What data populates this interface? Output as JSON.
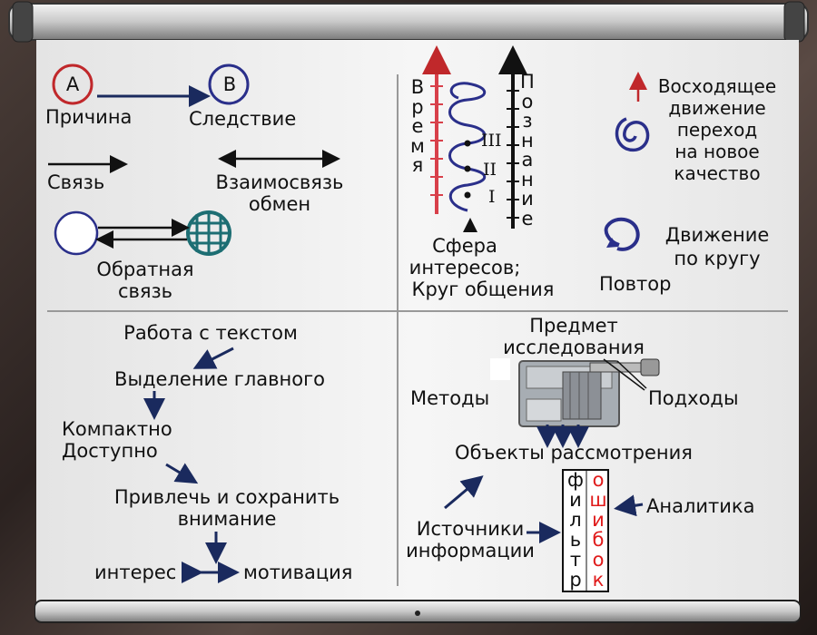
{
  "colors": {
    "dark_blue": "#1a2a5e",
    "red": "#c0282b",
    "teal": "#1d6e73",
    "circle_blue": "#2a2f8a"
  },
  "q1": {
    "cause_letter": "A",
    "effect_letter": "B",
    "cause": "Причина",
    "effect": "Следствие",
    "link": "Связь",
    "interrelation": [
      "Взаимосвязь",
      "обмен"
    ],
    "feedback": [
      "Обратная",
      "связь"
    ]
  },
  "q2": {
    "time": [
      "В",
      "р",
      "е",
      "м",
      "я"
    ],
    "cognition": [
      "П",
      "о",
      "з",
      "н",
      "а",
      "н",
      "и",
      "е"
    ],
    "levels": [
      "III",
      "II",
      "I"
    ],
    "sphere": [
      "Сфера",
      "интересов;",
      "Круг общения"
    ],
    "ascending": [
      "Восходящее",
      "движение",
      "переход",
      "на новое",
      "качество"
    ],
    "circle_move": [
      "Движение",
      "по кругу"
    ],
    "repeat": "Повтор"
  },
  "q3": {
    "work": "Работа с текстом",
    "main": "Выделение главного",
    "compact": "Компактно",
    "accessible": "Доступно",
    "attract": [
      "Привлечь и сохранить",
      "внимание"
    ],
    "interest": "интерес",
    "motivation": "мотивация"
  },
  "q4": {
    "subject": [
      "Предмет",
      "исследования"
    ],
    "methods": "Методы",
    "approaches": "Подходы",
    "objects": "Объекты рассмотрения",
    "filter": [
      "ф",
      "и",
      "л",
      "ь",
      "т",
      "р"
    ],
    "errors": [
      "о",
      "ш",
      "и",
      "б",
      "о",
      "к"
    ],
    "analytics": "Аналитика",
    "sources": [
      "Источники",
      "информации"
    ]
  }
}
